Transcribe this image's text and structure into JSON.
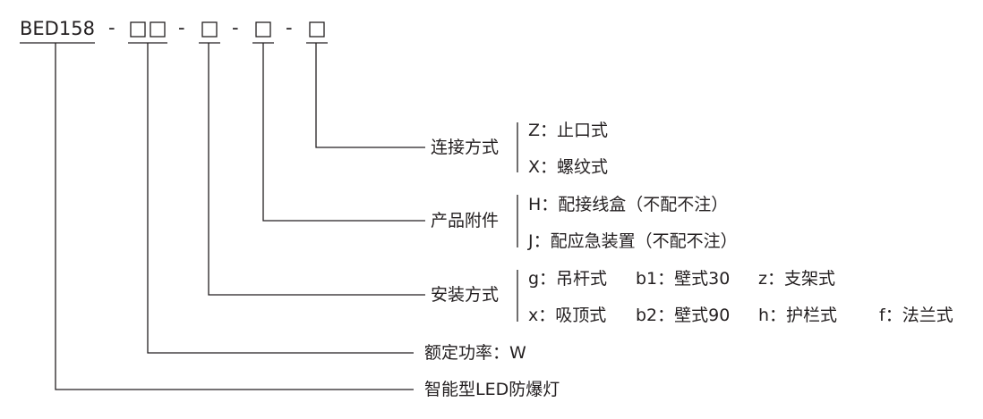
{
  "model": {
    "prefix": "BED158",
    "dash": "-"
  },
  "groups": {
    "connection": {
      "title": "连接方式",
      "options": [
        "Z：止口式",
        "X：螺纹式"
      ]
    },
    "accessory": {
      "title": "产品附件",
      "options": [
        "H：配接线盒（不配不注）",
        "J：配应急装置（不配不注）"
      ]
    },
    "mounting": {
      "title": "安装方式",
      "row1": [
        "g：吊杆式",
        "b1：壁式30",
        "z：支架式"
      ],
      "row2": [
        "x：吸顶式",
        "b2：壁式90",
        "h：护栏式",
        "f：法兰式"
      ]
    }
  },
  "power": {
    "label": "额定功率：W"
  },
  "product": {
    "name": "智能型LED防爆灯"
  },
  "colors": {
    "line": "#231f20",
    "text": "#231f20"
  }
}
